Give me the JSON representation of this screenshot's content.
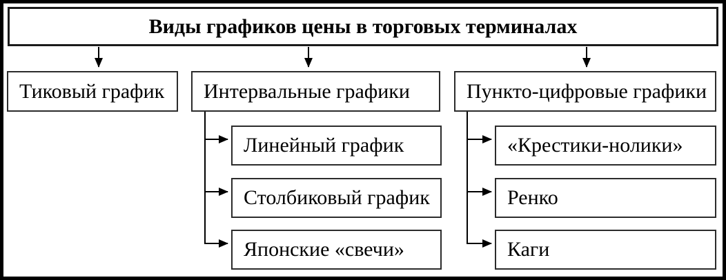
{
  "diagram": {
    "title": {
      "label": "Виды графиков цены в торговых терминалах"
    },
    "nodes": {
      "tick": {
        "label": "Тиковый график"
      },
      "interval": {
        "label": "Интервальные графики",
        "children": [
          {
            "label": "Линейный график"
          },
          {
            "label": "Столбиковый график"
          },
          {
            "label": "Японские «свечи»"
          }
        ]
      },
      "point_figure": {
        "label": "Пункто-цифровые графики",
        "children": [
          {
            "label": "«Крестики-нолики»"
          },
          {
            "label": "Ренко"
          },
          {
            "label": "Каги"
          }
        ]
      }
    },
    "colors": {
      "line": "#000000",
      "border": "#2b2b2b",
      "background": "#ffffff",
      "text": "#000000"
    }
  }
}
